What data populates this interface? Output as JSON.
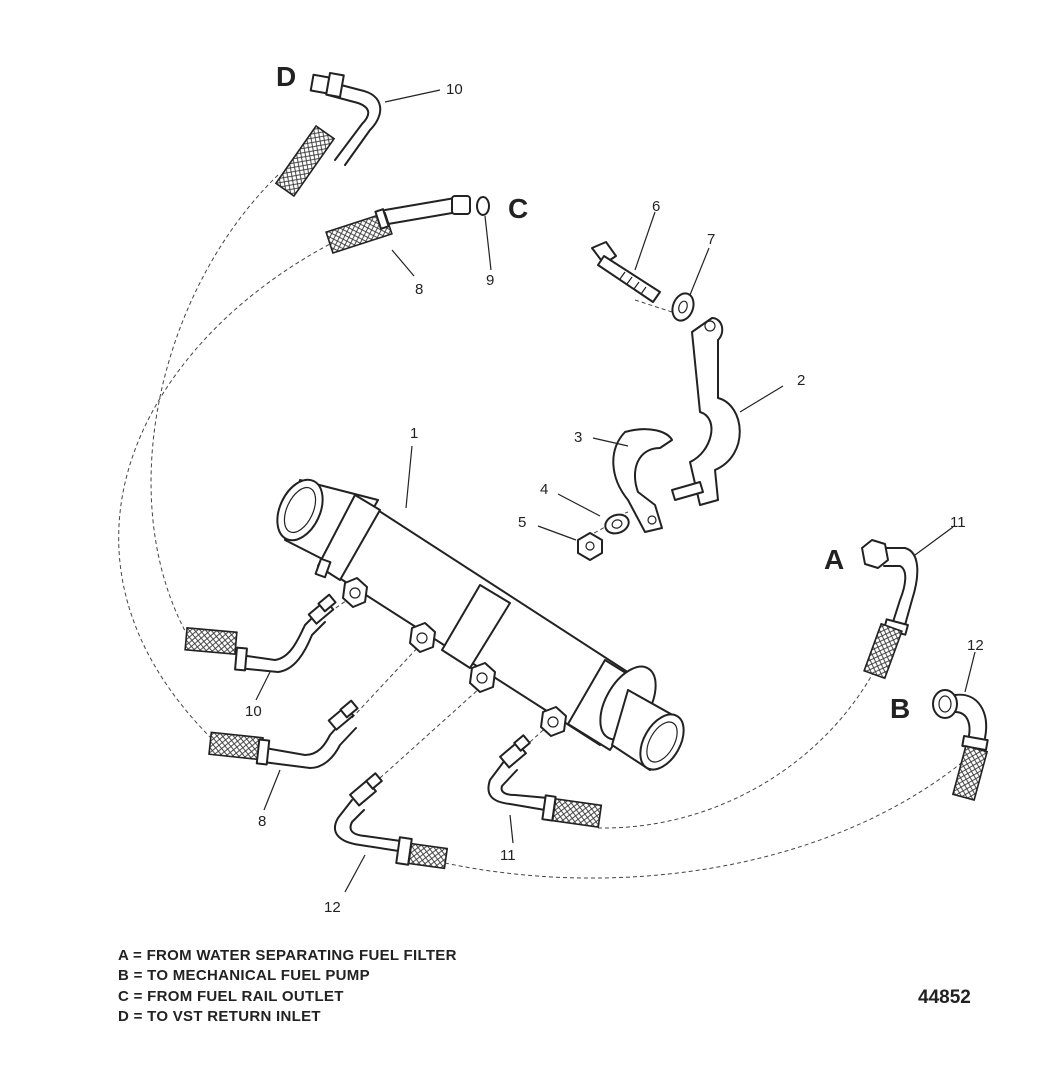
{
  "callouts": {
    "n1": "1",
    "n2": "2",
    "n3": "3",
    "n4": "4",
    "n5": "5",
    "n6": "6",
    "n7": "7",
    "n8a": "8",
    "n8b": "8",
    "n9": "9",
    "n10a": "10",
    "n10b": "10",
    "n11a": "11",
    "n11b": "11",
    "n12a": "12",
    "n12b": "12"
  },
  "connections": {
    "a": "A",
    "b": "B",
    "c": "C",
    "d": "D"
  },
  "legend": [
    "A = FROM WATER SEPARATING FUEL FILTER",
    "B = TO MECHANICAL FUEL PUMP",
    "C = FROM FUEL RAIL OUTLET",
    "D = TO VST RETURN INLET"
  ],
  "figure_number": "44852"
}
